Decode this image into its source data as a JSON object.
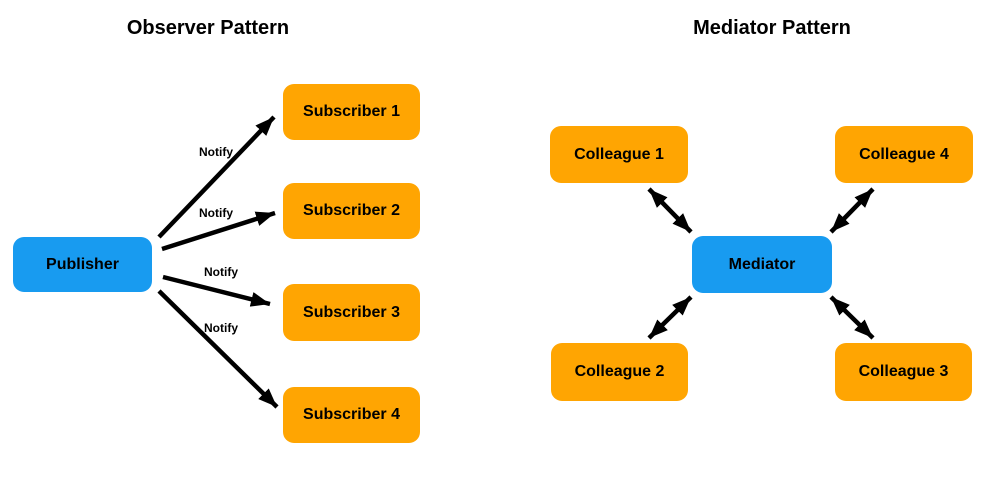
{
  "left_panel": {
    "title": "Observer Pattern",
    "nodes": {
      "publisher": "Publisher",
      "subscribers": [
        "Subscriber 1",
        "Subscriber 2",
        "Subscriber 3",
        "Subscriber 4"
      ]
    },
    "edges": [
      {
        "from": "Publisher",
        "to": "Subscriber 1",
        "label": "Notify",
        "direction": "one-way"
      },
      {
        "from": "Publisher",
        "to": "Subscriber 2",
        "label": "Notify",
        "direction": "one-way"
      },
      {
        "from": "Publisher",
        "to": "Subscriber 3",
        "label": "Notify",
        "direction": "one-way"
      },
      {
        "from": "Publisher",
        "to": "Subscriber 4",
        "label": "Notify",
        "direction": "one-way"
      }
    ]
  },
  "right_panel": {
    "title": "Mediator Pattern",
    "nodes": {
      "mediator": "Mediator",
      "colleagues": [
        "Colleague 1",
        "Colleague 2",
        "Colleague 3",
        "Colleague 4"
      ]
    },
    "edges": [
      {
        "from": "Colleague 1",
        "to": "Mediator",
        "direction": "bidirectional"
      },
      {
        "from": "Colleague 2",
        "to": "Mediator",
        "direction": "bidirectional"
      },
      {
        "from": "Colleague 3",
        "to": "Mediator",
        "direction": "bidirectional"
      },
      {
        "from": "Colleague 4",
        "to": "Mediator",
        "direction": "bidirectional"
      }
    ]
  },
  "colors": {
    "node_orange": "#FFA502",
    "node_blue": "#189BF0",
    "arrow_black": "#000000",
    "text": "#000000",
    "background": "#FFFFFF"
  }
}
